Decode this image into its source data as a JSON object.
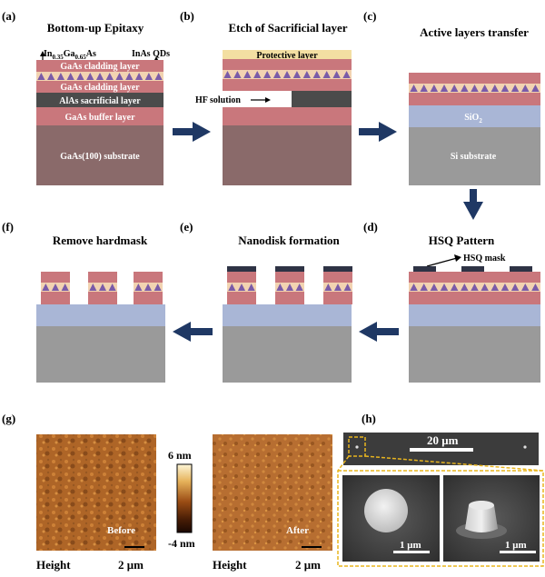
{
  "panels": {
    "a": {
      "letter": "(a)",
      "title": "Bottom-up Epitaxy",
      "ingaas": "In0.35Ga0.65As",
      "ingaas_main": "In",
      "ingaas_sub1": "0.35",
      "ingaas_ga": "Ga",
      "ingaas_sub2": "0.65",
      "ingaas_as": "As",
      "qds": "InAs QDs",
      "layers": [
        "GaAs cladding layer",
        "GaAs cladding layer",
        "AlAs sacrificial layer",
        "GaAs buffer layer",
        "GaAs(100) substrate"
      ]
    },
    "b": {
      "letter": "(b)",
      "title": "Etch of Sacrificial layer",
      "protective": "Protective layer",
      "hf": "HF solution"
    },
    "c": {
      "letter": "(c)",
      "title": "Active layers transfer",
      "sio2": "SiO2",
      "sio2_main": "SiO",
      "sio2_sub": "2",
      "si": "Si substrate"
    },
    "d": {
      "letter": "(d)",
      "title": "HSQ Pattern",
      "hsq": "HSQ mask"
    },
    "e": {
      "letter": "(e)",
      "title": "Nanodisk formation"
    },
    "f": {
      "letter": "(f)",
      "title": "Remove hardmask"
    },
    "g": {
      "letter": "(g)",
      "before": "Before",
      "after": "After",
      "scale": "2 μm",
      "height_label": "Height",
      "cb_max": "6 nm",
      "cb_min": "-4 nm"
    },
    "h": {
      "letter": "(h)",
      "scale_top": "20 μm",
      "scale_inset": "1 μm"
    }
  },
  "colors": {
    "cladding": "#c9777c",
    "qd_layer": "#f2d3b1",
    "qd": "#7a5ba8",
    "alas": "#4b4b4b",
    "substrate": "#8a6a6a",
    "sio2": "#a9b6d6",
    "si": "#9a9a9a",
    "protective": "#f3dfa2",
    "hsq": "#2e3345",
    "arrow": "#1f3864",
    "dashed": "#e8b51f"
  }
}
